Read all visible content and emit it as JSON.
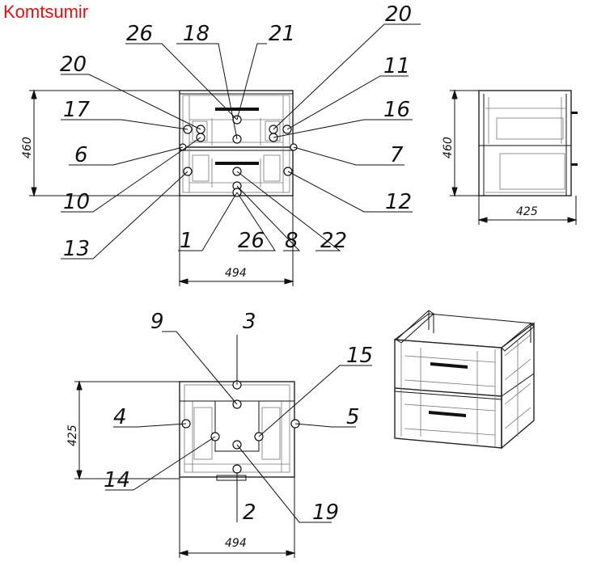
{
  "brand": {
    "name": "Komtsumir",
    "color": "#e0110f"
  },
  "front_view": {
    "callouts": {
      "c1": "26",
      "c2": "18",
      "c3": "21",
      "c4": "20",
      "c5": "20",
      "c6": "11",
      "c7": "17",
      "c8": "16",
      "c9": "6",
      "c10": "7",
      "c11": "10",
      "c12": "12",
      "c13": "13",
      "c14": "1",
      "c15": "26",
      "c16": "8",
      "c17": "22"
    },
    "dim_height": "460",
    "dim_width": "494"
  },
  "side_view": {
    "dim_height": "460",
    "dim_depth": "425"
  },
  "top_view": {
    "callouts": {
      "c1": "9",
      "c2": "3",
      "c3": "15",
      "c4": "4",
      "c5": "5",
      "c6": "14",
      "c7": "2",
      "c8": "19"
    },
    "dim_depth": "425",
    "dim_width": "494"
  }
}
